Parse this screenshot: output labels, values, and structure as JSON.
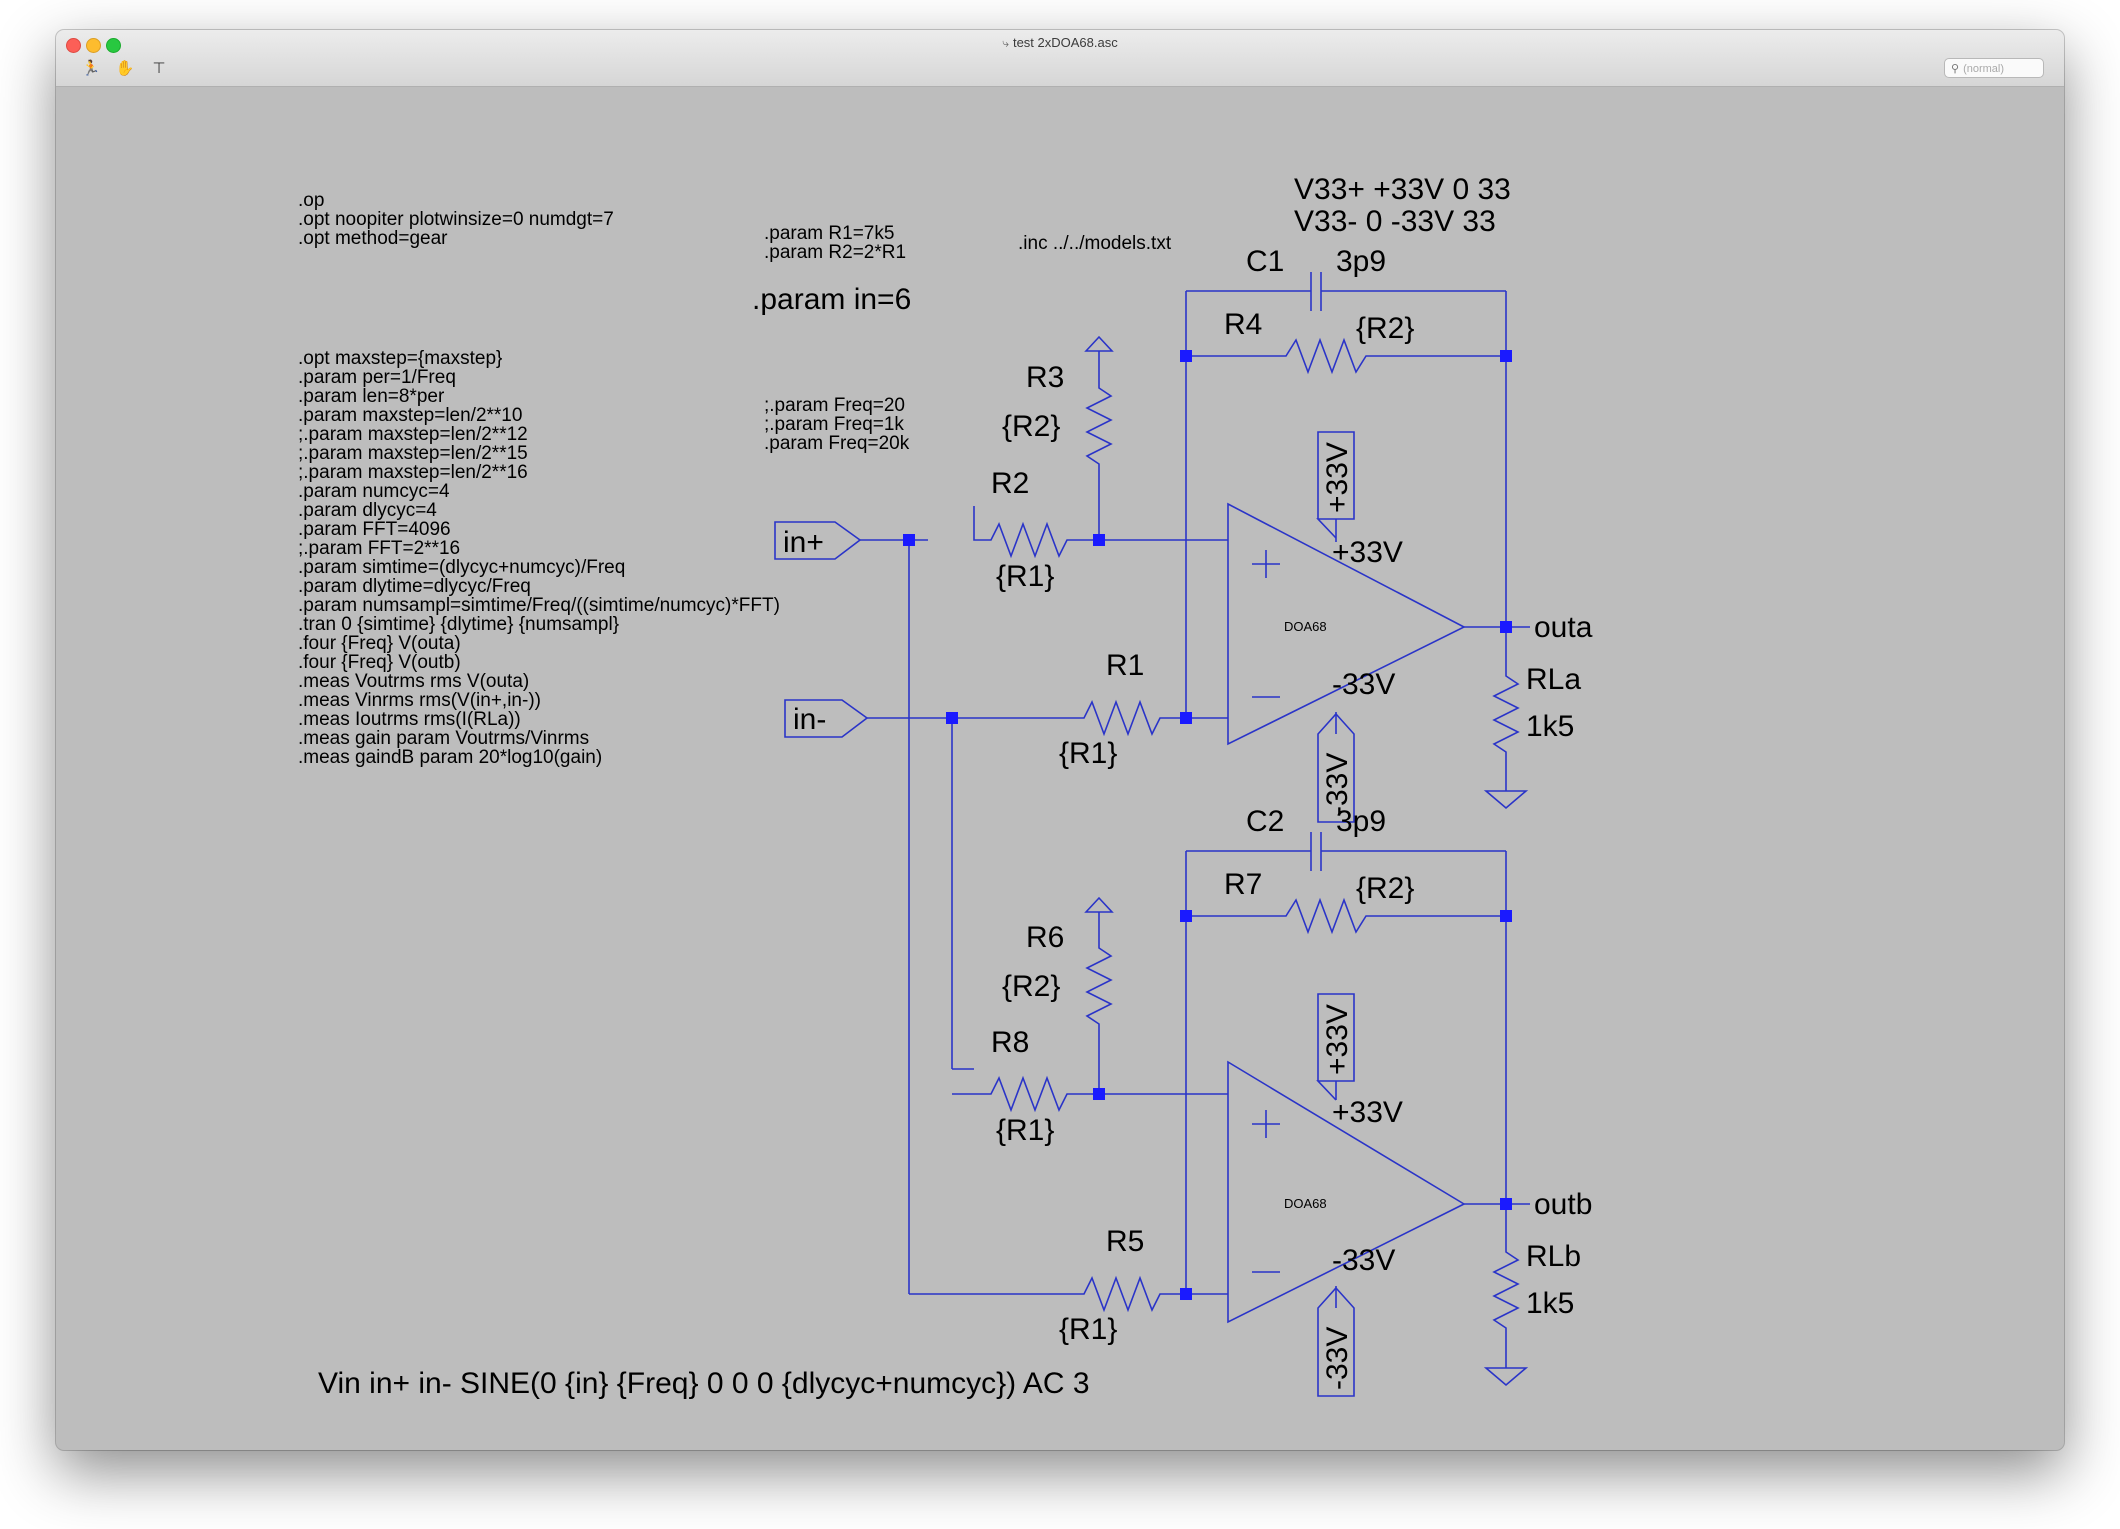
{
  "window": {
    "title": "test 2xDOA68.asc",
    "search_placeholder": "(normal)"
  },
  "toolbar": {
    "icons": [
      "run-icon",
      "halt-hand-icon",
      "probe-icon"
    ]
  },
  "directives": {
    "top_block": [
      ".op",
      ".opt noopiter plotwinsize=0 numdgt=7",
      ".opt method=gear"
    ],
    "main_block": [
      ".opt maxstep={maxstep}",
      ".param per=1/Freq",
      ".param len=8*per",
      ".param maxstep=len/2**10",
      ";.param maxstep=len/2**12",
      ";.param maxstep=len/2**15",
      ";.param maxstep=len/2**16",
      ".param numcyc=4",
      ".param dlycyc=4",
      ".param FFT=4096",
      ";.param FFT=2**16",
      ".param simtime=(dlycyc+numcyc)/Freq",
      ".param dlytime=dlycyc/Freq",
      ".param numsampl=simtime/Freq/((simtime/numcyc)*FFT)",
      ".tran 0 {simtime} {dlytime} {numsampl}",
      ".four {Freq} V(outa)",
      ".four {Freq} V(outb)",
      ".meas Voutrms rms V(outa)",
      ".meas Vinrms rms(V(in+,in-))",
      ".meas Ioutrms rms(I(RLa))",
      ".meas gain param Voutrms/Vinrms",
      ".meas gaindB param 20*log10(gain)"
    ],
    "r_params": [
      ".param R1=7k5",
      ".param R2=2*R1"
    ],
    "param_in": ".param in=6",
    "freq_params": [
      ";.param Freq=20",
      ";.param Freq=1k",
      ".param Freq=20k"
    ],
    "inc": ".inc ../../models.txt",
    "supply": [
      "V33+ +33V 0 33",
      "V33- 0 -33V 33"
    ],
    "vin": "Vin in+ in- SINE(0 {in} {Freq} 0 0 0 {dlycyc+numcyc}) AC 3"
  },
  "ports": {
    "in_plus": "in+",
    "in_minus": "in-",
    "outa": "outa",
    "outb": "outb"
  },
  "components": {
    "C1": {
      "name": "C1",
      "value": "3p9"
    },
    "C2": {
      "name": "C2",
      "value": "3p9"
    },
    "R1": {
      "name": "R1",
      "value": "{R1}"
    },
    "R2": {
      "name": "R2",
      "value": "{R1}"
    },
    "R3": {
      "name": "R3",
      "value": "{R2}"
    },
    "R4": {
      "name": "R4",
      "value": "{R2}"
    },
    "R5": {
      "name": "R5",
      "value": "{R1}"
    },
    "R6": {
      "name": "R6",
      "value": "{R2}"
    },
    "R7": {
      "name": "R7",
      "value": "{R2}"
    },
    "R8": {
      "name": "R8",
      "value": "{R1}"
    },
    "RLa": {
      "name": "RLa",
      "value": "1k5"
    },
    "RLb": {
      "name": "RLb",
      "value": "1k5"
    },
    "U1": {
      "model": "DOA68",
      "vpos": "+33V",
      "vneg": "-33V"
    },
    "U2": {
      "model": "DOA68",
      "vpos": "+33V",
      "vneg": "-33V"
    }
  },
  "supply_flags": {
    "pos": "+33V",
    "neg": "-33V"
  },
  "colors": {
    "wire": "#2a34c8",
    "junction": "#1a1aff",
    "background": "#bdbdbd"
  }
}
